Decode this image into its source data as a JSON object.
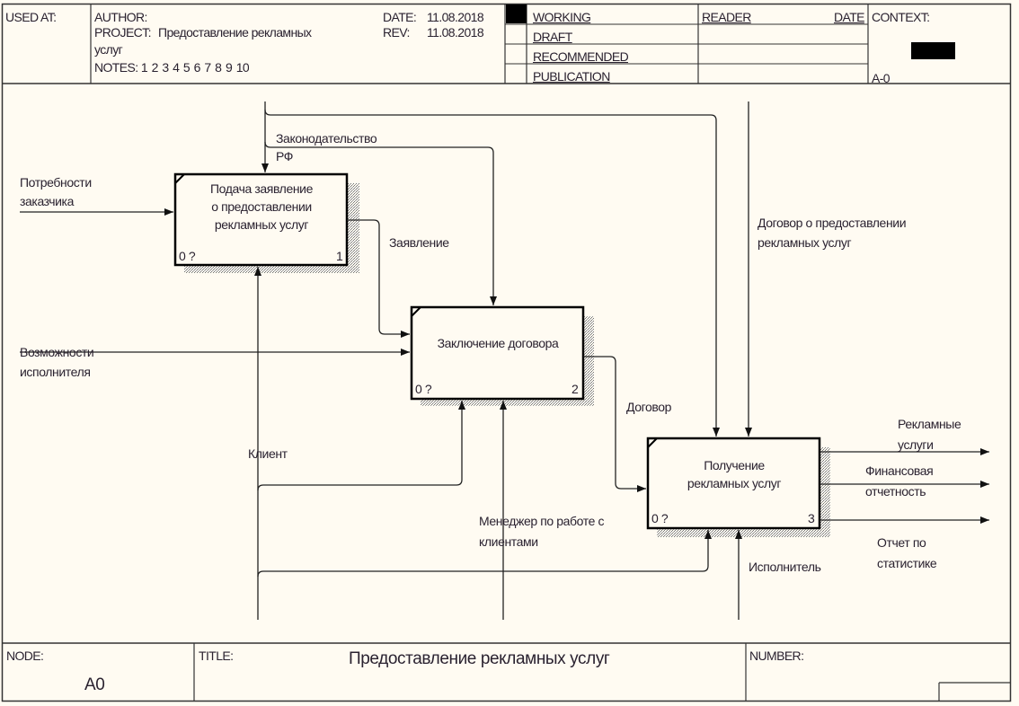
{
  "header": {
    "used_at_label": "USED AT:",
    "author_label": "AUTHOR:",
    "project_label": "PROJECT:",
    "project_value_line1": "Предоставление рекламных",
    "project_value_line2": "услуг",
    "notes_label": "NOTES:",
    "notes_value": "1  2  3  4  5  6  7  8  9  10",
    "date_label": "DATE:",
    "date_value": "11.08.2018",
    "rev_label": "REV:",
    "rev_value": "11.08.2018",
    "status_options": [
      {
        "label": "WORKING",
        "selected": true
      },
      {
        "label": "DRAFT",
        "selected": false
      },
      {
        "label": "RECOMMENDED",
        "selected": false
      },
      {
        "label": "PUBLICATION",
        "selected": false
      }
    ],
    "reader_label": "READER",
    "reader_date_label": "DATE",
    "context_label": "CONTEXT:",
    "context_node": "A-0"
  },
  "diagram": {
    "activities": [
      {
        "id": 1,
        "lines": [
          "Подача заявление",
          "о предоставлении",
          "рекламных услуг"
        ],
        "cost": "0 ?",
        "number": "1"
      },
      {
        "id": 2,
        "lines": [
          "Заключение договора"
        ],
        "cost": "0 ?",
        "number": "2"
      },
      {
        "id": 3,
        "lines": [
          "Получение",
          "рекламных услуг"
        ],
        "cost": "0 ?",
        "number": "3"
      }
    ],
    "arrows": {
      "needs": [
        "Потребности",
        "заказчика"
      ],
      "law": [
        "Законодательство",
        "РФ"
      ],
      "application": [
        "Заявление"
      ],
      "capabilities": [
        "Возможности",
        "исполнителя"
      ],
      "contract_doc": [
        "Договор о предоставлении",
        "рекламных услуг"
      ],
      "contract": [
        "Договор"
      ],
      "client": [
        "Клиент"
      ],
      "manager": [
        "Менеджер по работе с",
        "клиентами"
      ],
      "executor": [
        "Исполнитель"
      ],
      "ad_services": [
        "Рекламные",
        "услуги"
      ],
      "financial": [
        "Финансовая",
        "отчетность"
      ],
      "stats": [
        "Отчет по",
        "статистике"
      ]
    }
  },
  "footer": {
    "node_label": "NODE:",
    "node_value": "A0",
    "title_label": "TITLE:",
    "title_value": "Предоставление рекламных услуг",
    "number_label": "NUMBER:"
  }
}
